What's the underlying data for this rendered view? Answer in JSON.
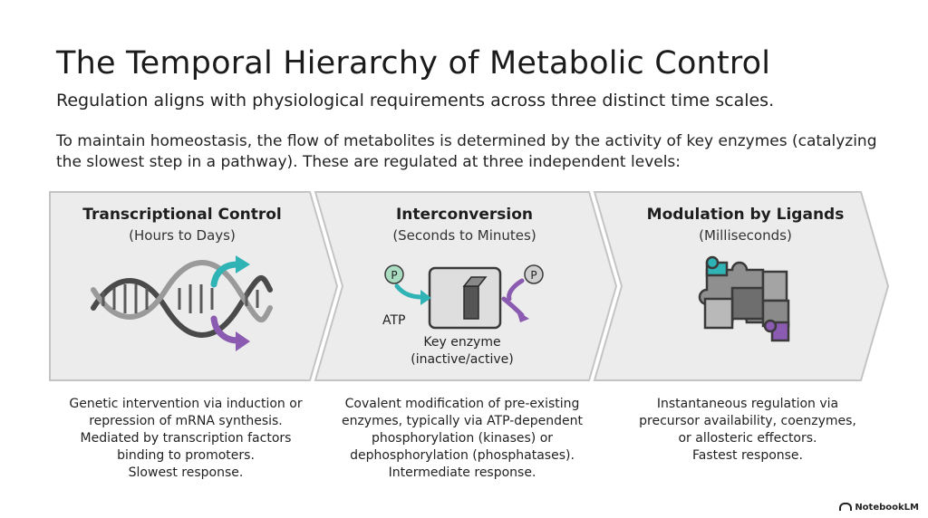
{
  "title": "The Temporal Hierarchy of Metabolic Control",
  "subtitle": "Regulation aligns with physiological requirements across three distinct time scales.",
  "intro": {
    "line1": "To maintain homeostasis, the flow of metabolites is determined by the activity of key enzymes (catalyzing",
    "line2": "the slowest step in a pathway). These are regulated at three independent levels:"
  },
  "panels": [
    {
      "title": "Transcriptional Control",
      "timescale": "(Hours to Days)",
      "icon": "dna-helix-icon",
      "description": [
        "Genetic intervention via induction or",
        "repression of mRNA synthesis.",
        "Mediated by transcription factors",
        "binding to promoters.",
        "Slowest response."
      ]
    },
    {
      "title": "Interconversion",
      "timescale": "(Seconds to Minutes)",
      "icon": "enzyme-switch-icon",
      "phosphate_label": "P",
      "atp_label": "ATP",
      "enzyme_label": "Key enzyme",
      "enzyme_state": "(inactive/active)",
      "description": [
        "Covalent modification of pre-existing",
        "enzymes, typically via ATP-dependent",
        "phosphorylation (kinases) or",
        "dephosphorylation (phosphatases).",
        "Intermediate response."
      ]
    },
    {
      "title": "Modulation by Ligands",
      "timescale": "(Milliseconds)",
      "icon": "puzzle-allosteric-icon",
      "description": [
        "Instantaneous regulation via",
        "precursor availability, coenzymes,",
        "or allosteric effectors.",
        "Fastest response."
      ]
    }
  ],
  "colors": {
    "panel_fill": "#ececec",
    "panel_stroke": "#c4c4c4",
    "teal": "#2fb3b5",
    "purple": "#8a5bb0",
    "phosphate_fill": "#a9dcc0",
    "dark_gray": "#4a4a4a"
  },
  "brand": "NotebookLM"
}
